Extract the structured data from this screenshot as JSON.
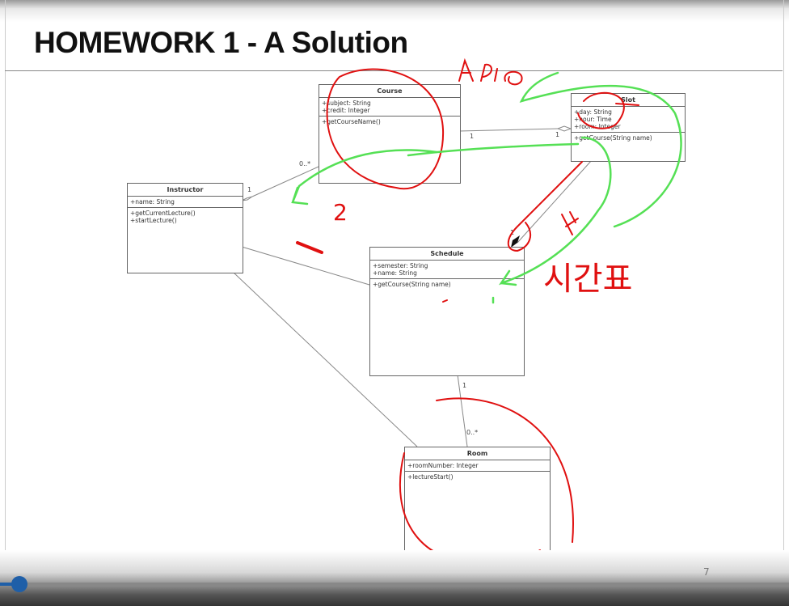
{
  "slide": {
    "title": "HOMEWORK 1 - A Solution",
    "page_number": "7"
  },
  "classes": {
    "course": {
      "name": "Course",
      "attributes": [
        "+subject: String",
        "+credit: Integer"
      ],
      "methods": [
        "+getCourseName()"
      ]
    },
    "slot": {
      "name": "Slot",
      "attributes": [
        "+day: String",
        "+hour: Time",
        "+room: Integer"
      ],
      "methods": [
        "+getCourse(String name)"
      ]
    },
    "instructor": {
      "name": "Instructor",
      "attributes": [
        "+name: String"
      ],
      "methods": [
        "+getCurrentLecture()",
        "+startLecture()"
      ]
    },
    "schedule": {
      "name": "Schedule",
      "attributes": [
        "+semester: String",
        "+name: String"
      ],
      "methods": [
        "+getCourse(String name)"
      ]
    },
    "room": {
      "name": "Room",
      "attributes": [
        "+roomNumber: Integer"
      ],
      "methods": [
        "+lectureStart()"
      ]
    }
  },
  "multiplicities": {
    "course_slot_left": "1",
    "course_slot_right": "1",
    "course_instructor_course": "0..*",
    "course_instructor_instructor": "1",
    "slot_schedule": "1",
    "schedule_room_schedule": "1",
    "schedule_room_room": "0..*"
  },
  "annotations": {
    "number_two": "2",
    "korean_note": "시간표"
  },
  "player": {
    "progress_percent": 2,
    "accent": "#1f5fa8"
  },
  "colors": {
    "red_ink": "#e01010",
    "green_ink": "#55e055"
  }
}
